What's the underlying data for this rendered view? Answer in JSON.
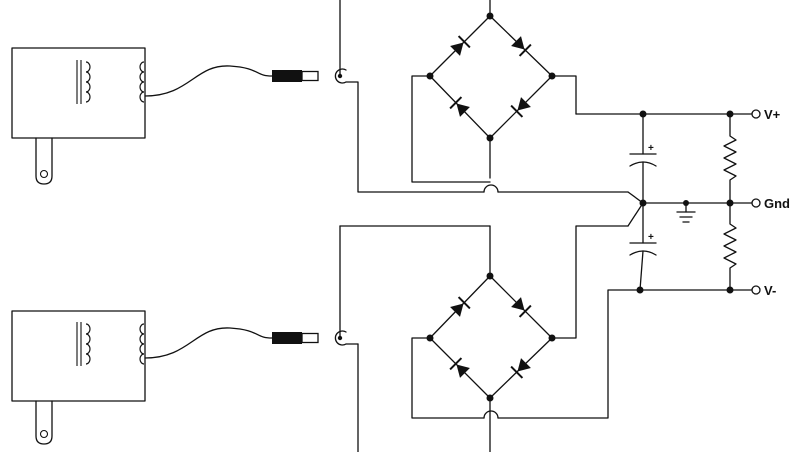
{
  "labels": {
    "v_plus": "V+",
    "gnd": "Gnd",
    "v_minus": "V-",
    "cap_top_polarity": "+",
    "cap_bottom_polarity": "+"
  },
  "colors": {
    "ink": "#111111",
    "background": "#ffffff",
    "plug_tip": "#ffffff"
  }
}
